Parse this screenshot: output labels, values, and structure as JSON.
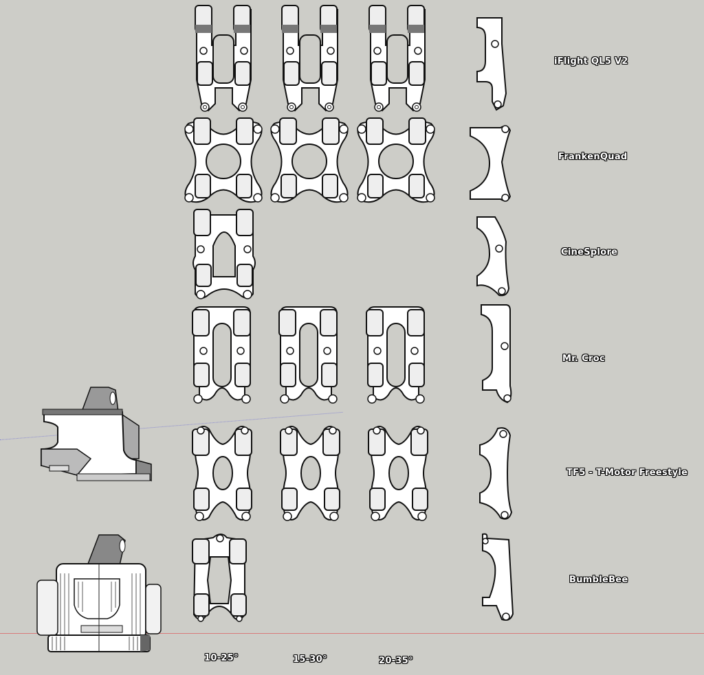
{
  "viewport": {
    "background": "#cdcdc8",
    "axis_colors": {
      "red": "#d87a7a",
      "blue": "#8a8ad0"
    }
  },
  "rows": [
    {
      "label": "iFlight QL5 V2",
      "shape": "h",
      "count": 3
    },
    {
      "label": "FrankenQuad",
      "shape": "x-round",
      "count": 3
    },
    {
      "label": "CineSplore",
      "shape": "arch",
      "count": 1
    },
    {
      "label": "Mr. Croc",
      "shape": "oval",
      "count": 3
    },
    {
      "label": "TF5 - T-Motor Freestyle",
      "shape": "x-oval",
      "count": 3
    },
    {
      "label": "BumbleBee",
      "shape": "hex",
      "count": 1
    }
  ],
  "columns": [
    {
      "label": "10-25°"
    },
    {
      "label": "15-30°"
    },
    {
      "label": "20-35°"
    }
  ],
  "previews": [
    {
      "name": "side-view-3d"
    },
    {
      "name": "front-view-3d"
    }
  ]
}
